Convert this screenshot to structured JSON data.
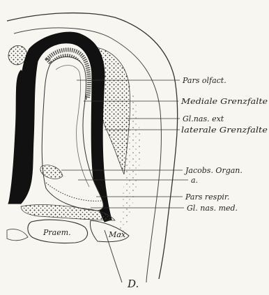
{
  "labels": {
    "pars_olfact": "Pars olfact.",
    "mediale_grenzfalte": "Mediale Grenzfalte",
    "gl_nas_ext": "Gl.nas. ext",
    "laterale_grenzfalte": "laterale Grenzfalte",
    "jacobs_organ": "Jacobs. Organ.",
    "a": "a.",
    "pars_respir": "Pars respir.",
    "gl_nas_med": "Gl. nas. med."
  },
  "inner_labels": {
    "praem": "Praem.",
    "max": "Max"
  },
  "caption": "D."
}
